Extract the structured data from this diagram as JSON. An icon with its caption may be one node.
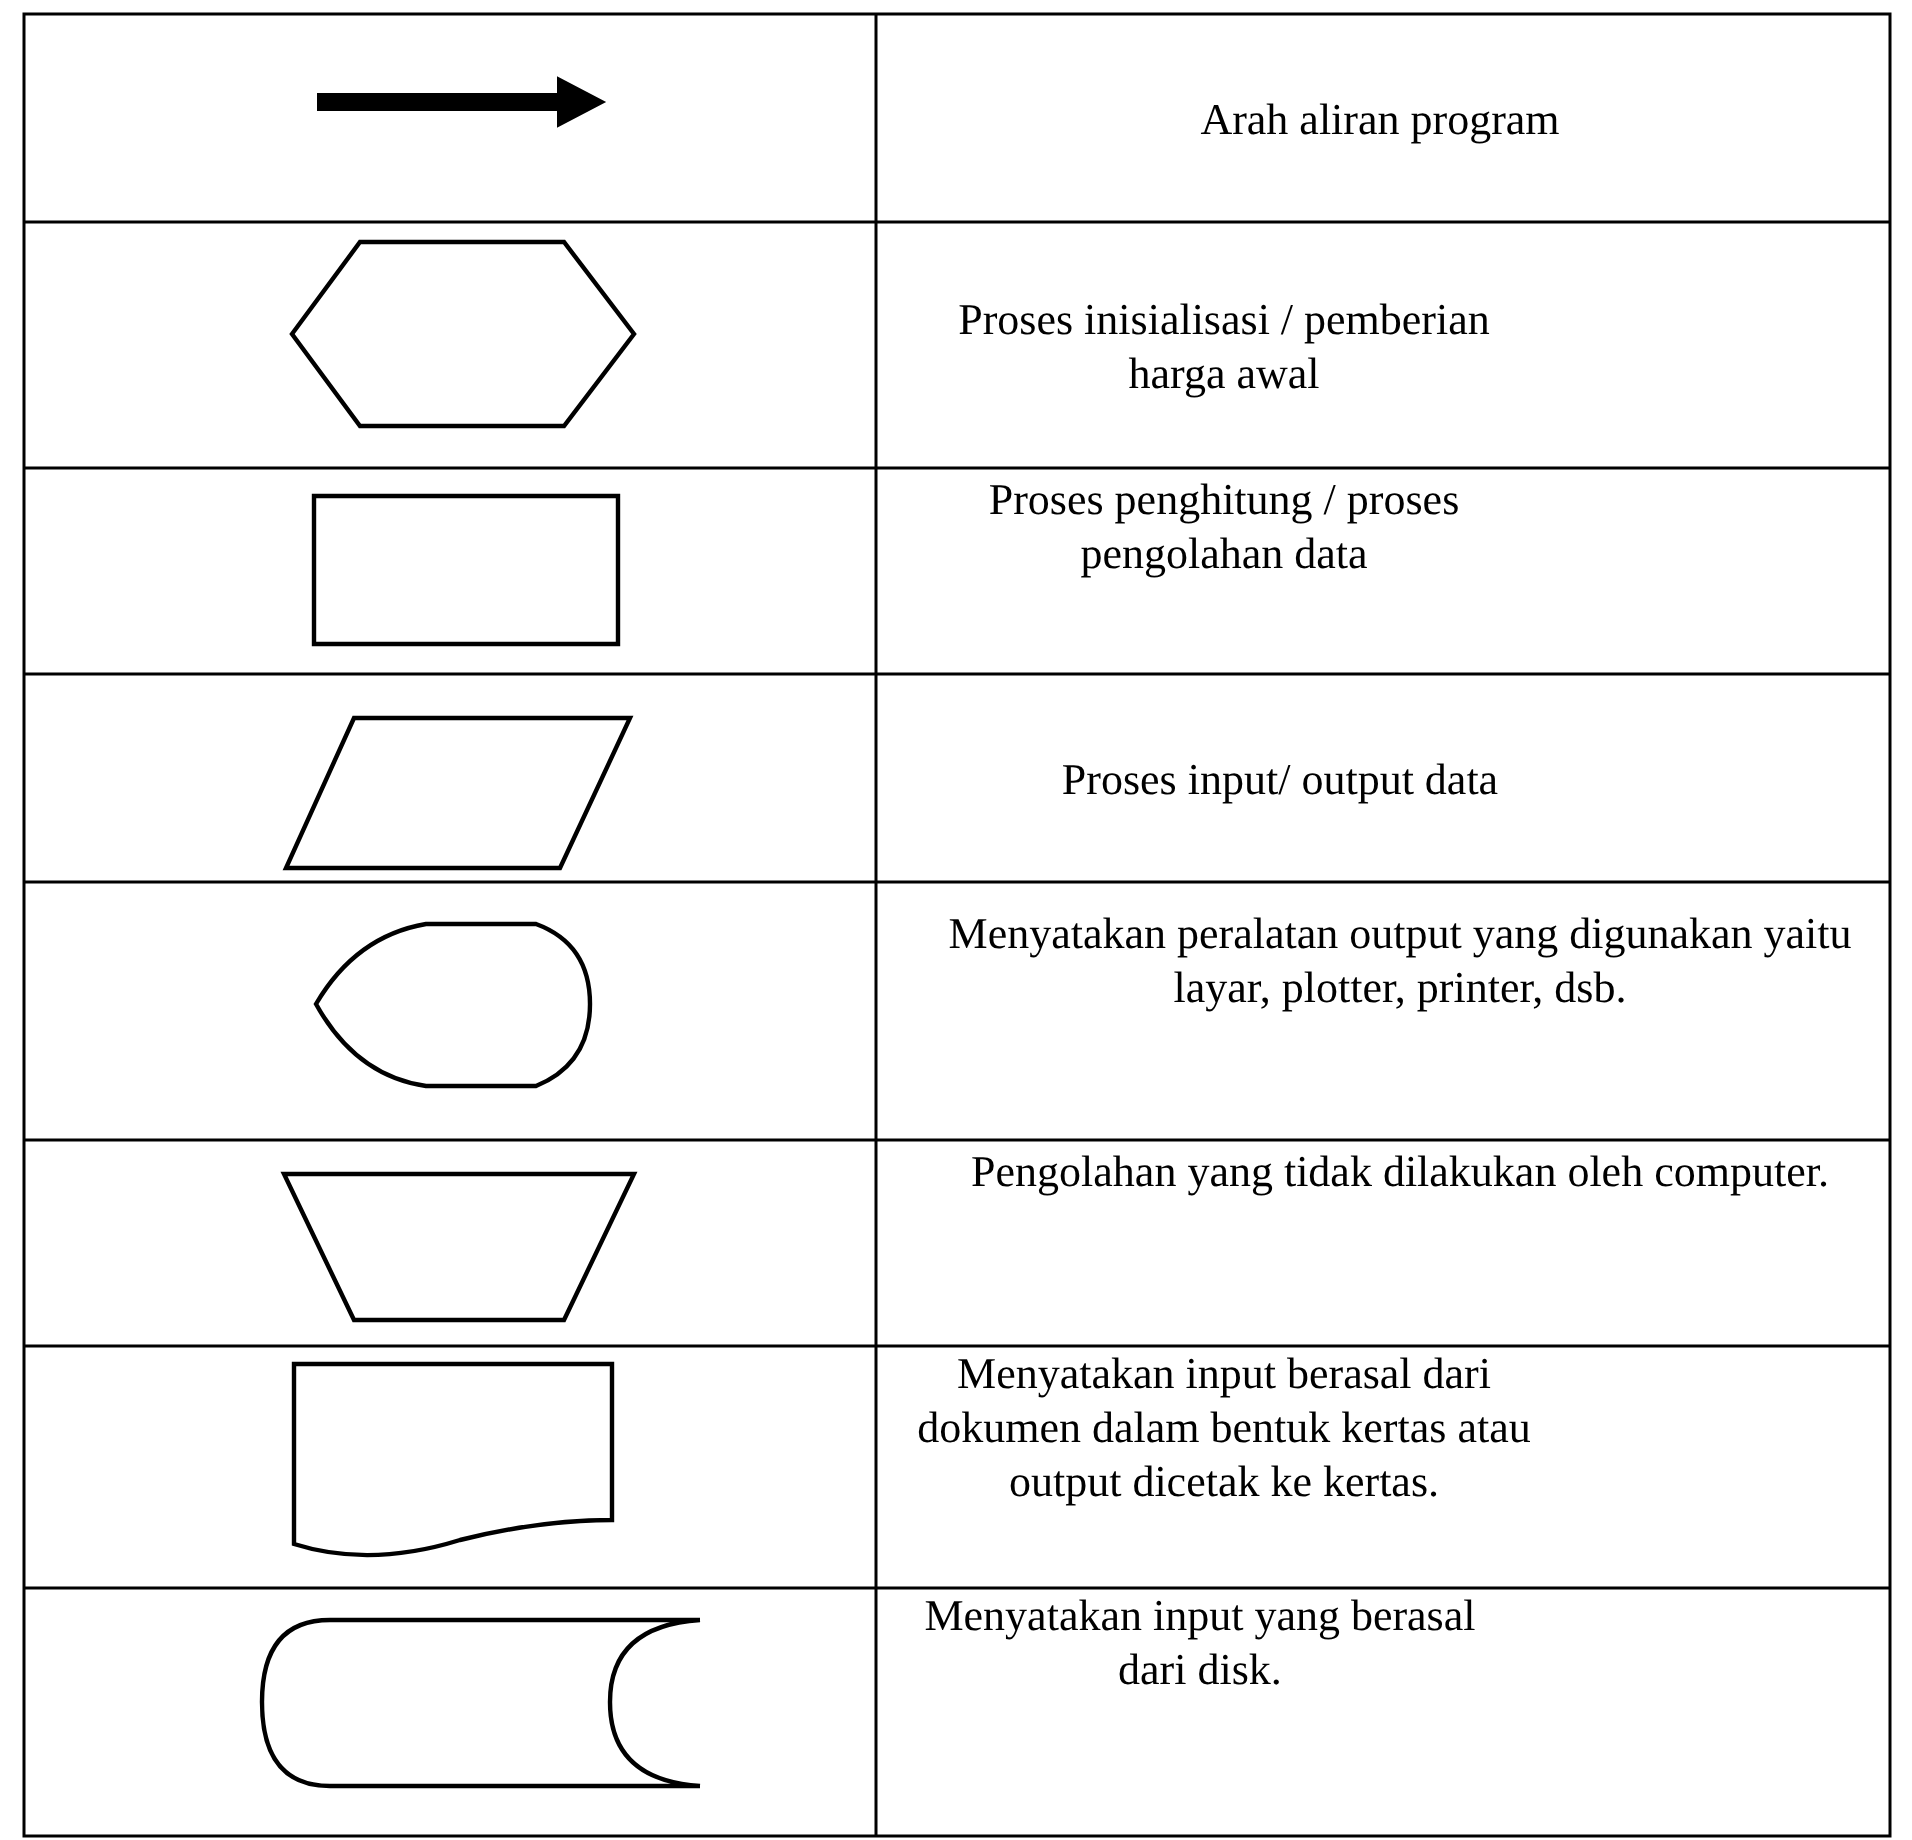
{
  "diagram": {
    "nodes": [
      {
        "text": [],
        "shape": "hexagon"
      },
      {
        "text": [],
        "shape": "box"
      },
      {
        "text": [],
        "shape": "parallelogram"
      },
      {
        "text": [],
        "shape": "display"
      },
      {
        "text": [],
        "shape": "trapezoid"
      },
      {
        "text": [],
        "shape": "document"
      },
      {
        "text": [],
        "shape": "cylinder"
      }
    ],
    "labels": [
      "Arah aliran program",
      "Proses inisialisasi / pemberian harga awal",
      "Proses penghitung / proses pengolahan data",
      "Proses input/ output data",
      "Menyatakan peralatan output yang digunakan yaitu layar, plotter, printer, dsb.",
      "Pengolahan yang tidak dilakukan oleh computer.",
      "Menyatakan input berasal dari dokumen dalam bentuk kertas atau output dicetak ke kertas.",
      "Menyatakan input yang berasal dari disk."
    ]
  }
}
